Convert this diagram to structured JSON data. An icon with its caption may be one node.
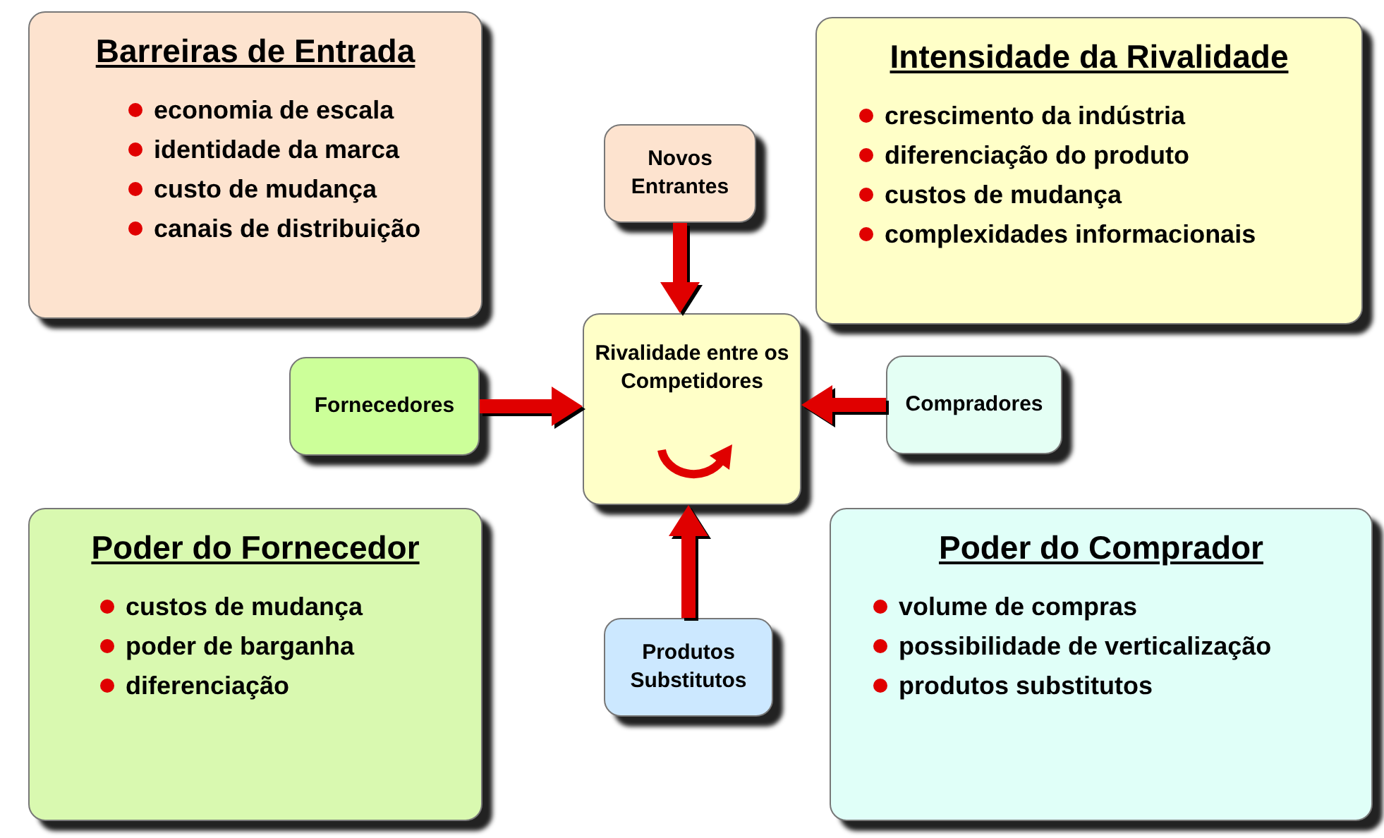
{
  "diagram": {
    "nodes": [
      {
        "text": [
          "Barreiras de Entrada",
          "economia de escala",
          "identidade da marca",
          "custo de mudança",
          "canais de distribuição"
        ]
      },
      {
        "text": [
          "Intensidade da Rivalidade",
          "crescimento da indústria",
          "diferenciação do produto",
          "custos de mudança",
          "complexidades informacionais"
        ]
      },
      {
        "text": [
          "Novos Entrantes"
        ]
      },
      {
        "text": [
          "Fornecedores"
        ]
      },
      {
        "text": [
          "Rivalidade entre os Competidores"
        ]
      },
      {
        "text": [
          "Compradores"
        ]
      },
      {
        "text": [
          "Poder do Fornecedor",
          "custos de mudança",
          "poder de barganha",
          "diferenciação"
        ]
      },
      {
        "text": [
          "Produtos Substitutos"
        ]
      },
      {
        "text": [
          "Poder do Comprador",
          "volume de compras",
          "possibilidade de verticalização",
          "produtos substitutos"
        ]
      }
    ],
    "edges": [
      {
        "from": 2,
        "to": 4,
        "arrow": "to"
      },
      {
        "from": 3,
        "to": 4,
        "arrow": "to"
      },
      {
        "from": 5,
        "to": 4,
        "arrow": "to"
      },
      {
        "from": 7,
        "to": 4,
        "arrow": "to"
      }
    ]
  }
}
